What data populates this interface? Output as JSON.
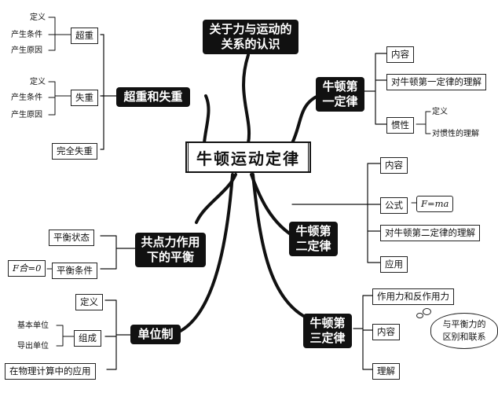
{
  "center": {
    "title": "牛顿运动定律"
  },
  "relation": {
    "title": "关于力与运动的关系的认识"
  },
  "newton1": {
    "title": "牛顿第一定律",
    "items": [
      "内容",
      "对牛顿第一定律的理解",
      "惯性"
    ],
    "inertia_items": [
      "定义",
      "对惯性的理解"
    ]
  },
  "newton2": {
    "title": "牛顿第二定律",
    "items": [
      "内容",
      "公式",
      "对牛顿第二定律的理解",
      "应用"
    ],
    "formula": "F=ma"
  },
  "newton3": {
    "title": "牛顿第三定律",
    "items": [
      "作用力和反作用力",
      "内容",
      "理解"
    ],
    "cloud": "与平衡力的区别和联系"
  },
  "overweight": {
    "title": "超重和失重",
    "super": {
      "label": "超重",
      "items": [
        "定义",
        "产生条件",
        "产生原因"
      ]
    },
    "loss": {
      "label": "失重",
      "items": [
        "定义",
        "产生条件",
        "产生原因"
      ]
    },
    "complete": "完全失重"
  },
  "equilibrium": {
    "title": "共点力作用下的平衡",
    "items": [
      "平衡状态",
      "平衡条件"
    ],
    "condition_formula": "F合=0"
  },
  "units": {
    "title": "单位制",
    "items": [
      "定义",
      "组成",
      "在物理计算中的应用"
    ],
    "composition": [
      "基本单位",
      "导出单位"
    ]
  }
}
